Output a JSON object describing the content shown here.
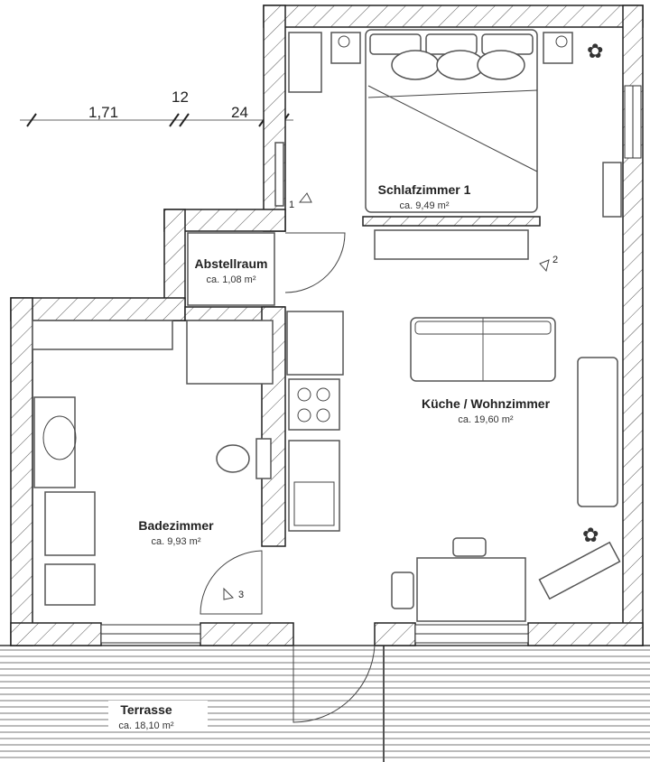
{
  "dimensions": {
    "width_1": "1,71",
    "width_2": "12",
    "width_3": "24"
  },
  "rooms": [
    {
      "name": "Schlafzimmer 1",
      "area": "ca. 9,49 m²"
    },
    {
      "name": "Abstellraum",
      "area": "ca. 1,08 m²"
    },
    {
      "name": "Küche / Wohnzimmer",
      "area": "ca. 19,60 m²"
    },
    {
      "name": "Badezimmer",
      "area": "ca. 9,93 m²"
    },
    {
      "name": "Terrasse",
      "area": "ca. 18,10 m²"
    }
  ],
  "view_markers": [
    "1",
    "2",
    "3"
  ]
}
